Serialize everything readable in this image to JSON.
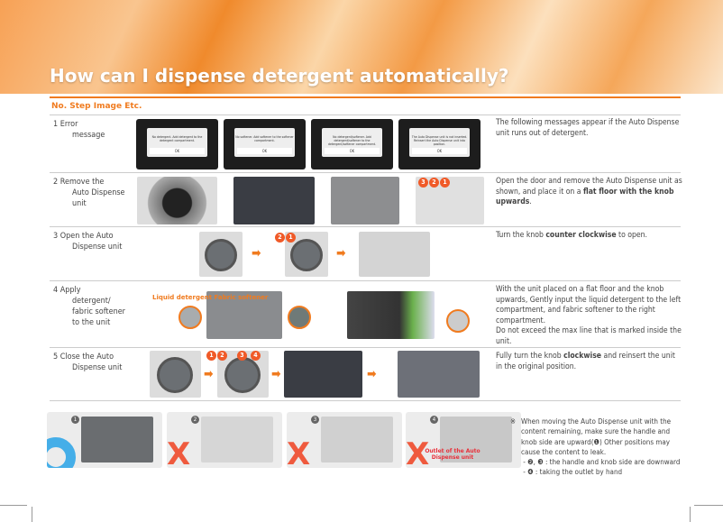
{
  "title": "How can I dispense detergent automatically?",
  "table_header": "No. Step Image Etc.",
  "rows": [
    {
      "no": "1",
      "step_a": "Error",
      "step_b": "message",
      "desc": "The following messages appear if the Auto Dispense unit runs out of detergent."
    },
    {
      "no": "2",
      "step_a": "Remove the",
      "step_b": "Auto Dispense unit",
      "desc_a": "Open the door and remove the Auto Dispense unit as shown, and place it on a ",
      "desc_bold": "flat floor with the knob upwards",
      "desc_c": "."
    },
    {
      "no": "3",
      "step_a": "Open the Auto",
      "step_b": "Dispense unit",
      "desc_a": "Turn the knob ",
      "desc_bold": "counter clockwise",
      "desc_c": " to open."
    },
    {
      "no": "4",
      "step_a": "Apply",
      "step_b": "detergent/ fabric softener to the unit",
      "desc": "With the unit placed on a flat floor and the knob upwards, Gently input the liquid detergent to the left compartment, and fabric softener to the right compartment.",
      "desc2": "Do not exceed the max line that is marked inside the unit."
    },
    {
      "no": "5",
      "step_a": "Close the Auto",
      "step_b": "Dispense unit",
      "desc_a": "Fully turn the knob ",
      "desc_bold": "clockwise",
      "desc_c": " and reinsert the unit in the original position."
    }
  ],
  "screens": [
    {
      "msg": "No detergent. Add detergent to the detergent compartment.",
      "ok": "OK"
    },
    {
      "msg": "No softener. Add softener to the softener compartment.",
      "ok": "OK"
    },
    {
      "msg": "No detergent/softener. Add detergent/softener to the detergent/softener compartment.",
      "ok": "OK"
    },
    {
      "msg": "The Auto Dispense unit is not inserted. Reinsert the Auto Dispense unit into position.",
      "ok": "OK"
    }
  ],
  "callouts": {
    "liquid": "Liquid detergent",
    "softener": "Fabric softener",
    "outlet": "Outlet of the Auto Dispense unit"
  },
  "markers": {
    "n1": "1",
    "n2": "2",
    "n3": "3",
    "n4": "4",
    "arrow": "➡",
    "o": "O",
    "x": "X"
  },
  "note": {
    "mark": "※",
    "text": "When moving the Auto Dispense unit with the content remaining, make sure the handle and knob side are upward(❶) Other positions may cause the content to leak.",
    "b1": "- ❷, ❸ : the handle and knob side are downward",
    "b2": "- ❹ : taking the outlet by hand"
  },
  "colors": {
    "accent": "#f07b1f",
    "ok": "#45aee8",
    "bad": "#ef5a3e"
  }
}
